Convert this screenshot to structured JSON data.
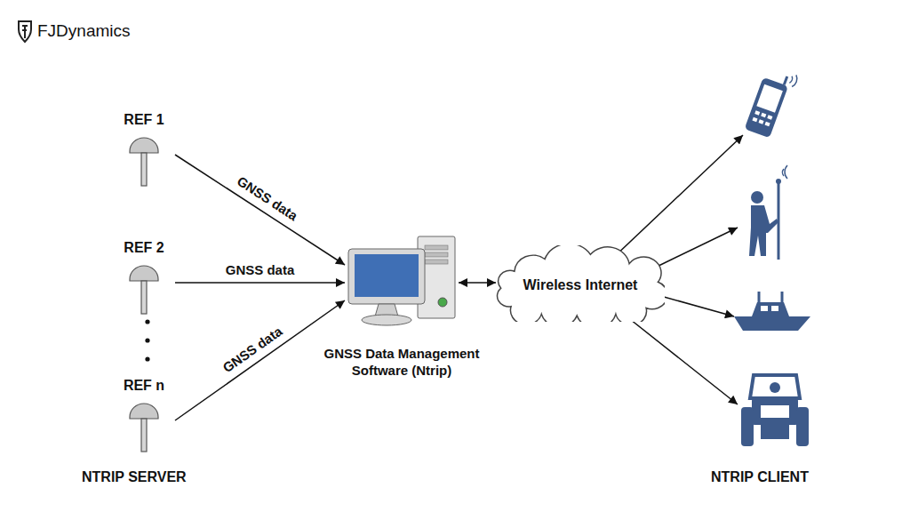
{
  "diagram": {
    "nodes": [
      {
        "text": [
          "REF 1"
        ]
      },
      {
        "text": [
          "REF 2"
        ]
      },
      {
        "text": [
          "REF n"
        ]
      },
      {
        "text": [
          "GNSS Data Management Software (Ntrip)"
        ]
      },
      {
        "text": [
          "Wireless Internet"
        ]
      }
    ],
    "edges": [
      {
        "from": 0,
        "to": 3,
        "arrow": "to",
        "label": "GNSS data"
      },
      {
        "from": 1,
        "to": 3,
        "arrow": "to",
        "label": "GNSS data"
      },
      {
        "from": 2,
        "to": 3,
        "arrow": "to",
        "label": "GNSS data"
      },
      {
        "from": 3,
        "to": 4,
        "arrow": "both"
      }
    ],
    "labels": [
      "FJDynamics",
      "NTRIP SERVER",
      "NTRIP CLIENT"
    ]
  }
}
